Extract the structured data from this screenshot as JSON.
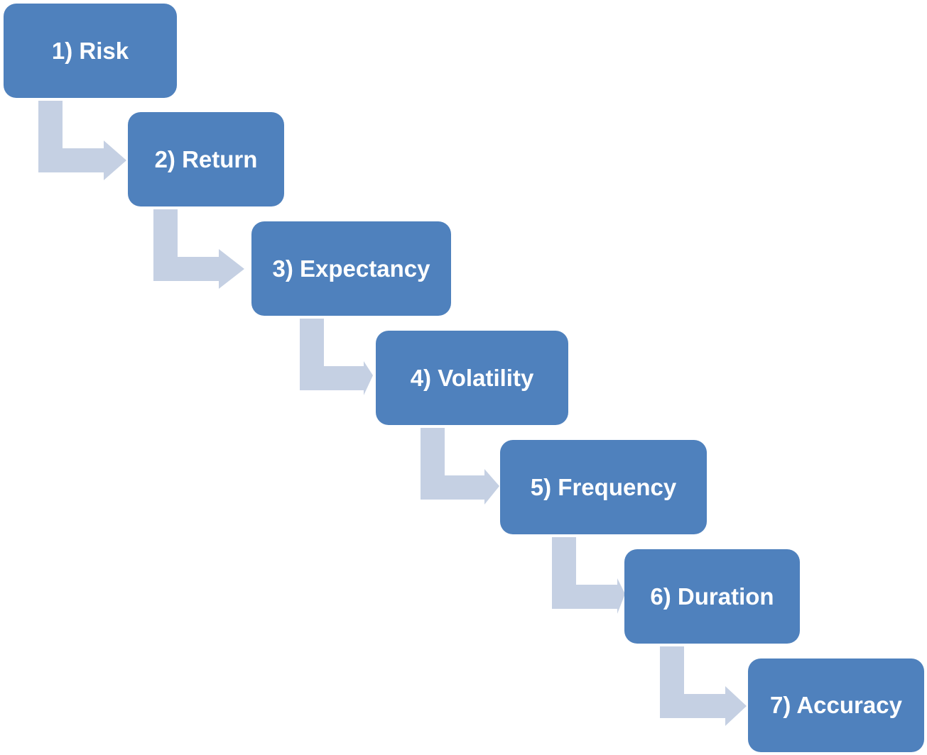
{
  "diagram": {
    "steps": [
      {
        "label": "1) Risk"
      },
      {
        "label": "2) Return"
      },
      {
        "label": "3) Expectancy"
      },
      {
        "label": "4) Volatility"
      },
      {
        "label": "5) Frequency"
      },
      {
        "label": "6) Duration"
      },
      {
        "label": "7) Accuracy"
      }
    ]
  },
  "colors": {
    "box_fill": "#4F81BD",
    "box_text": "#FFFFFF",
    "arrow_fill": "#C5D0E3"
  }
}
